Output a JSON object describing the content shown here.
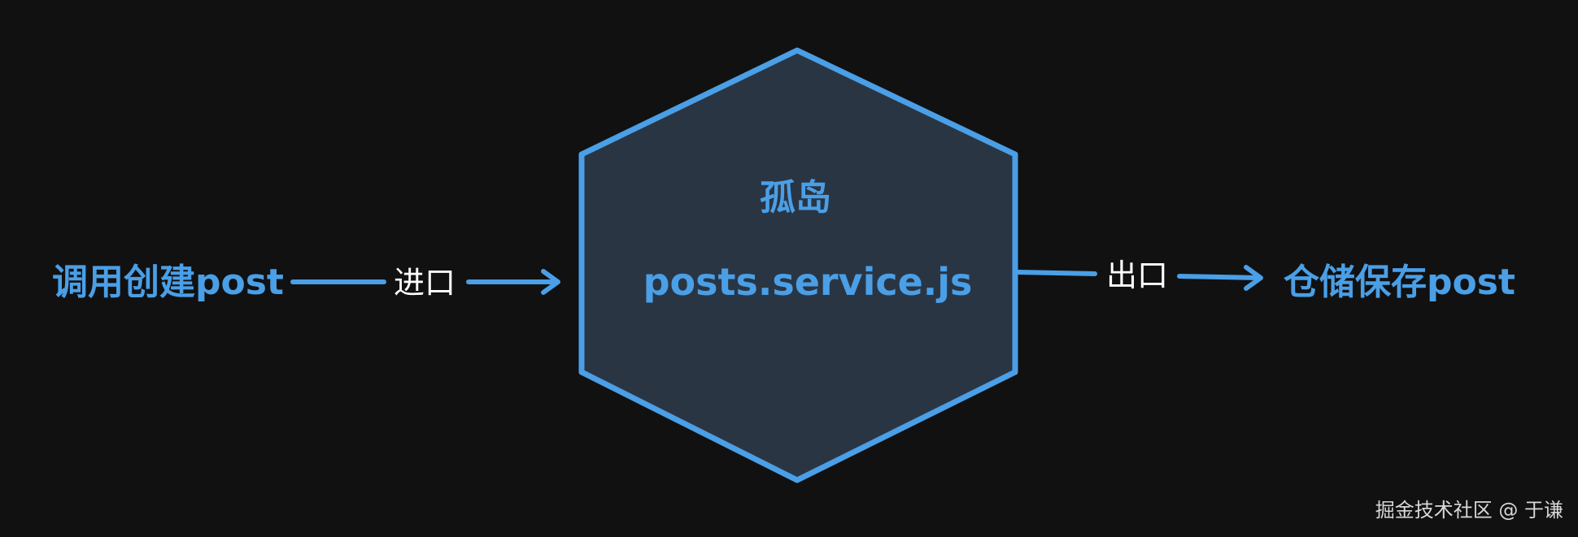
{
  "nodes": {
    "caller": "调用创建post",
    "island_title": "孤岛",
    "service_file": "posts.service.js",
    "repository": "仓储保存post"
  },
  "edges": {
    "entry_label": "进口",
    "exit_label": "出口"
  },
  "watermark": "掘金技术社区 @ 于谦",
  "colors": {
    "background": "#111112",
    "accent": "#4a9fe6",
    "hex_fill": "#2a3544",
    "label_text": "#ffffff"
  }
}
